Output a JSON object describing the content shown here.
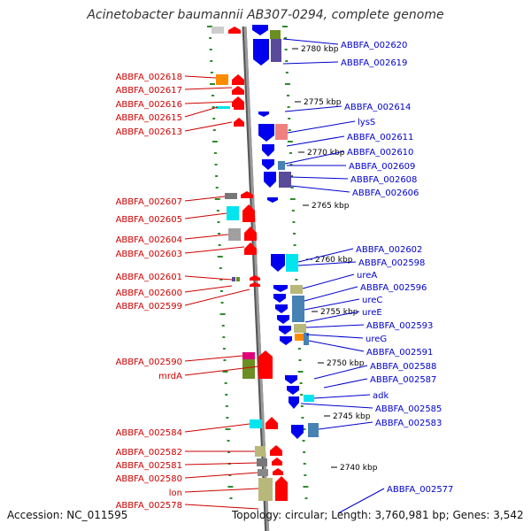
{
  "title": "Acinetobacter baumannii AB307-0294, complete genome",
  "footer": {
    "accession": "Accession: NC_011595",
    "topology": "Topology: circular; Length: 3,760,981 bp; Genes: 3,542"
  },
  "colors": {
    "backbone": "#9a9a9a",
    "forward_strand_label": "#cc0000",
    "reverse_strand_label": "#0000cc",
    "tick": "#2e8b2e",
    "cyan": "#00e5ee",
    "orange": "#ff8c00",
    "gray": "#a0a0a0",
    "olive": "#6b8e23",
    "khaki": "#b8b87a",
    "magenta": "#e0007a",
    "pink": "#f08080",
    "steelblue": "#4682b4",
    "slate": "#5a4a9a"
  },
  "scale_ticks": [
    {
      "label": "2780 kbp"
    },
    {
      "label": "2775 kbp"
    },
    {
      "label": "2770 kbp"
    },
    {
      "label": "2765 kbp"
    },
    {
      "label": "2760 kbp"
    },
    {
      "label": "2755 kbp"
    },
    {
      "label": "2750 kbp"
    },
    {
      "label": "2745 kbp"
    },
    {
      "label": "2740 kbp"
    }
  ],
  "left_labels": [
    "ABBFA_002618",
    "ABBFA_002617",
    "ABBFA_002616",
    "ABBFA_002615",
    "ABBFA_002613",
    "ABBFA_002607",
    "ABBFA_002605",
    "ABBFA_002604",
    "ABBFA_002603",
    "ABBFA_002601",
    "ABBFA_002600",
    "ABBFA_002599",
    "ABBFA_002590",
    "mrdA",
    "ABBFA_002584",
    "ABBFA_002582",
    "ABBFA_002581",
    "ABBFA_002580",
    "lon",
    "ABBFA_002578"
  ],
  "right_labels": [
    "ABBFA_002620",
    "ABBFA_002619",
    "ABBFA_002614",
    "lysS",
    "ABBFA_002611",
    "ABBFA_002610",
    "ABBFA_002609",
    "ABBFA_002608",
    "ABBFA_002606",
    "ABBFA_002602",
    "ABBFA_002598",
    "ureA",
    "ABBFA_002596",
    "ureC",
    "ureE",
    "ABBFA_002593",
    "ureG",
    "ABBFA_002591",
    "ABBFA_002588",
    "ABBFA_002587",
    "adk",
    "ABBFA_002585",
    "ABBFA_002583",
    "ABBFA_002577"
  ]
}
